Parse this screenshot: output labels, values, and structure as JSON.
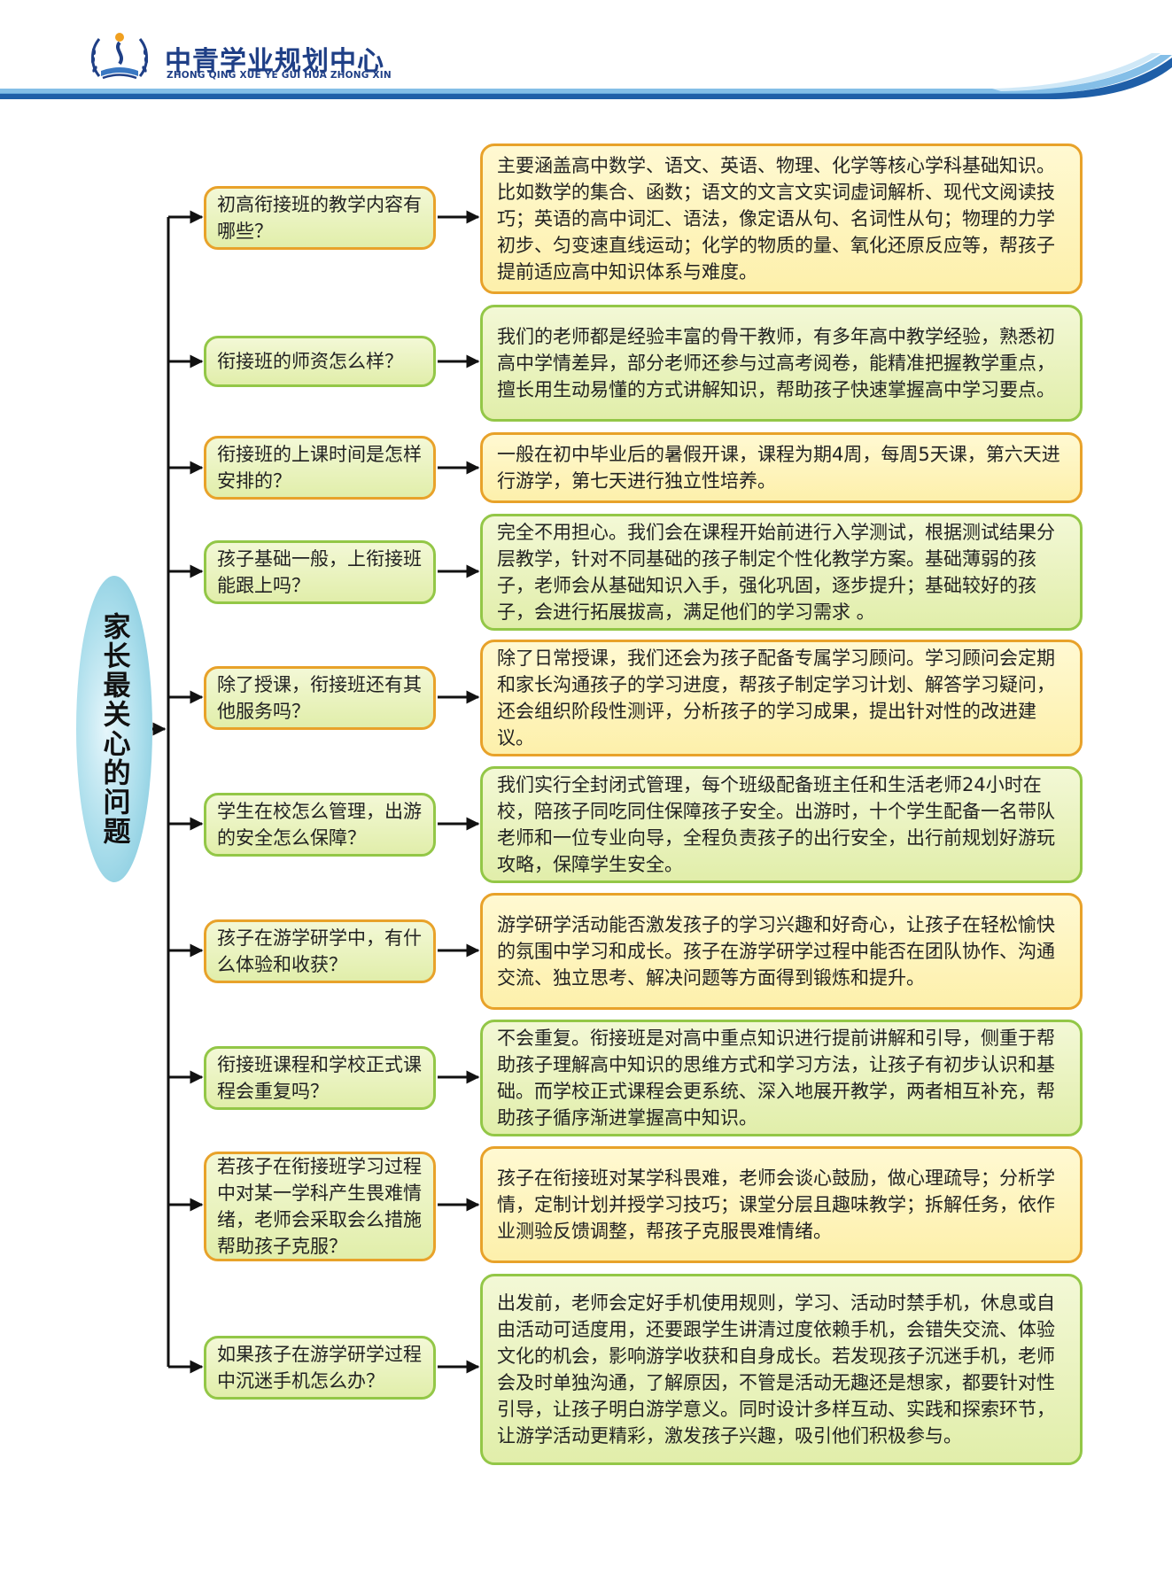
{
  "header": {
    "title": "中青学业规划中心",
    "subtitle": "ZHONG QING XUE YE GUI HUA ZHONG XIN"
  },
  "root": {
    "label": "家长最关心的问题"
  },
  "items": [
    {
      "question": "初高衔接班的教学内容有哪些？",
      "answer": "主要涵盖高中数学、语文、英语、物理、化学等核心学科基础知识。比如数学的集合、函数；语文的文言文实词虚词解析、现代文阅读技巧；英语的高中词汇、语法，像定语从句、名词性从句；物理的力学初步、匀变速直线运动；化学的物质的量、氧化还原反应等，帮孩子提前适应高中知识体系与难度。"
    },
    {
      "question": "衔接班的师资怎么样？",
      "answer": "我们的老师都是经验丰富的骨干教师，有多年高中教学经验，熟悉初高中学情差异，部分老师还参与过高考阅卷，能精准把握教学重点，擅长用生动易懂的方式讲解知识，帮助孩子快速掌握高中学习要点。"
    },
    {
      "question": "衔接班的上课时间是怎样安排的？",
      "answer": "一般在初中毕业后的暑假开课，课程为期4周，每周5天课，第六天进行游学，第七天进行独立性培养。"
    },
    {
      "question": "孩子基础一般，上衔接班能跟上吗？",
      "answer": "完全不用担心。我们会在课程开始前进行入学测试，根据测试结果分层教学，针对不同基础的孩子制定个性化教学方案。基础薄弱的孩子，老师会从基础知识入手，强化巩固，逐步提升；基础较好的孩子，会进行拓展拔高，满足他们的学习需求 。"
    },
    {
      "question": "除了授课，衔接班还有其他服务吗？",
      "answer": "除了日常授课，我们还会为孩子配备专属学习顾问。学习顾问会定期和家长沟通孩子的学习进度，帮孩子制定学习计划、解答学习疑问，还会组织阶段性测评，分析孩子的学习成果，提出针对性的改进建议。"
    },
    {
      "question": "学生在校怎么管理，出游的安全怎么保障？",
      "answer": "我们实行全封闭式管理，每个班级配备班主任和生活老师24小时在校，陪孩子同吃同住保障孩子安全。出游时，十个学生配备一名带队老师和一位专业向导，全程负责孩子的出行安全，出行前规划好游玩攻略，保障学生安全。"
    },
    {
      "question": "孩子在游学研学中，有什么体验和收获？",
      "answer": "游学研学活动能否激发孩子的学习兴趣和好奇心，让孩子在轻松愉快的氛围中学习和成长。孩子在游学研学过程中能否在团队协作、沟通交流、独立思考、解决问题等方面得到锻炼和提升。"
    },
    {
      "question": "衔接班课程和学校正式课程会重复吗？",
      "answer": "不会重复。衔接班是对高中重点知识进行提前讲解和引导，侧重于帮助孩子理解高中知识的思维方式和学习方法，让孩子有初步认识和基础。而学校正式课程会更系统、深入地展开教学，两者相互补充，帮助孩子循序渐进掌握高中知识。"
    },
    {
      "question": "若孩子在衔接班学习过程中对某一学科产生畏难情绪，老师会采取会么措施帮助孩子克服？",
      "answer": "孩子在衔接班对某学科畏难，老师会谈心鼓励，做心理疏导；分析学情，定制计划并授学习技巧；课堂分层且趣味教学；拆解任务，依作业测验反馈调整，帮孩子克服畏难情绪。"
    },
    {
      "question": "如果孩子在游学研学过程中沉迷手机怎么办？",
      "answer": "出发前，老师会定好手机使用规则，学习、活动时禁手机，休息或自由活动可适度用，还要跟学生讲清过度依赖手机，会错失交流、体验文化的机会，影响游学收获和自身成长。若发现孩子沉迷手机，老师会及时单独沟通，了解原因，不管是活动无趣还是想家，都要针对性引导，让孩子明白游学意义。同时设计多样互动、实践和探索环节，让游学活动更精彩，激发孩子兴趣，吸引他们积极参与。"
    }
  ]
}
